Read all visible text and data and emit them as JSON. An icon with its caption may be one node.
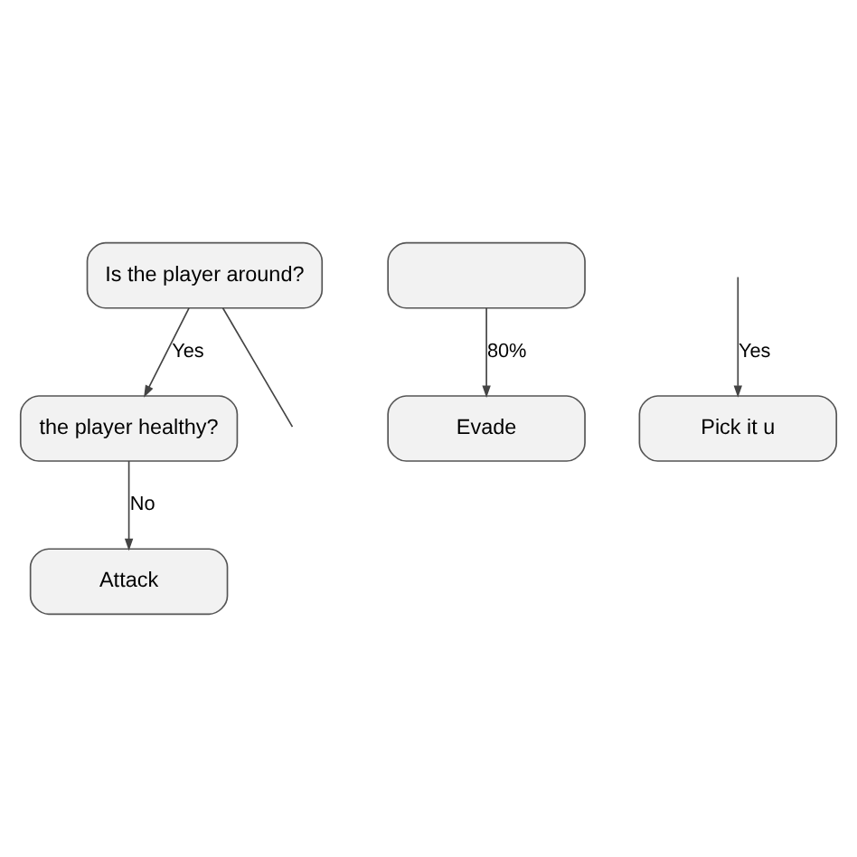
{
  "diagram": {
    "nodes": [
      {
        "text": [
          "Is the player around?"
        ]
      },
      {
        "text": [
          "the player healthy?"
        ]
      },
      {
        "text": [],
        "shape": "box"
      },
      {
        "text": [
          "Attack"
        ]
      },
      {
        "text": [
          "Pick it u"
        ]
      },
      {
        "text": [
          "Evade"
        ]
      }
    ],
    "edges": [
      {
        "from": 0,
        "to": 1,
        "label": "Yes",
        "arrow": "to"
      },
      {
        "from": 0,
        "to": null,
        "arrow": "none"
      },
      {
        "from": 1,
        "to": 3,
        "label": "No",
        "arrow": "to"
      },
      {
        "from": null,
        "to": 4,
        "label": "Yes",
        "arrow": "to"
      },
      {
        "from": 2,
        "to": 5,
        "label": "80%",
        "arrow": "to"
      }
    ]
  }
}
